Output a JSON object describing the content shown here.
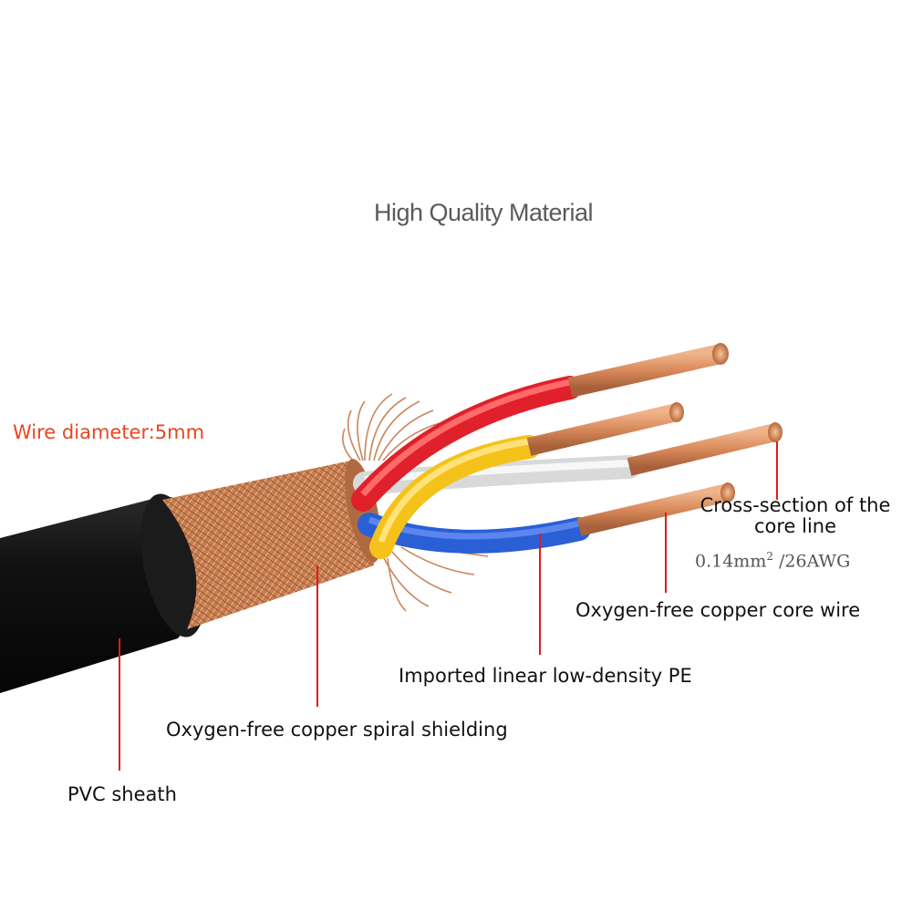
{
  "title": "High Quality Material",
  "wire_diameter": "Wire diameter:5mm",
  "labels": {
    "pvc_sheath": "PVC sheath",
    "shielding": "Oxygen-free copper spiral shielding",
    "pe": "Imported linear low-density PE",
    "core_wire": "Oxygen-free copper core wire",
    "cross_section": "Cross-section of the core line"
  },
  "spec": {
    "value": "0.14mm",
    "exponent": "2",
    "awg": "/26AWG"
  },
  "colors": {
    "title": "#5a5a5a",
    "accent": "#e8461e",
    "leader": "#e01b1b",
    "sheath": "#111111",
    "copper": "#d8895a",
    "wire_red": "#e0202a",
    "wire_yellow": "#f5c21a",
    "wire_white": "#e8e8e8",
    "wire_blue": "#2a5fd6"
  }
}
